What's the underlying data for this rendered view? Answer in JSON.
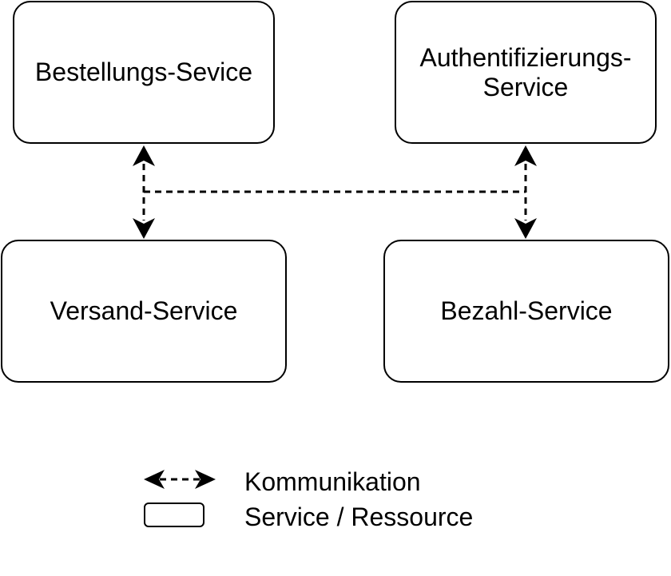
{
  "nodes": {
    "bestellung": {
      "label": "Bestellungs-Sevice"
    },
    "auth": {
      "line1": "Authentifizierungs-",
      "line2": "Service"
    },
    "versand": {
      "label": "Versand-Service"
    },
    "bezahl": {
      "label": "Bezahl-Service"
    }
  },
  "edges": [
    {
      "from": "Bestellungs-Sevice",
      "to": "Versand-Service",
      "style": "dashed",
      "arrows": "both"
    },
    {
      "from": "Authentifizierungs-Service",
      "to": "Bezahl-Service",
      "style": "dashed",
      "arrows": "both"
    },
    {
      "from": "Bestellungs-Sevice / Versand-Service",
      "to": "Authentifizierungs-Service / Bezahl-Service",
      "style": "dashed",
      "arrows": "none"
    }
  ],
  "legend": {
    "communication_label": "Kommunikation",
    "service_label": "Service / Ressource"
  },
  "colors": {
    "stroke": "#000000",
    "fill": "#ffffff"
  }
}
